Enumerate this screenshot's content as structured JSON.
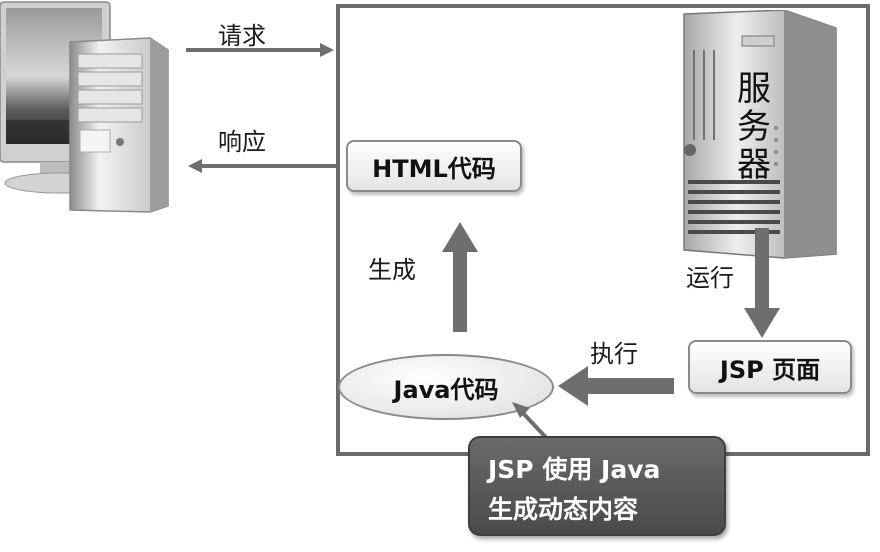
{
  "labels": {
    "request": "请求",
    "response": "响应",
    "generate": "生成",
    "run": "运行",
    "execute": "执行"
  },
  "nodes": {
    "html_code": "HTML代码",
    "java_code": "Java代码",
    "jsp_page": "JSP 页面",
    "server": "服务器"
  },
  "note": {
    "line1": "JSP 使用 Java",
    "line2": "生成动态内容"
  },
  "icons": {
    "client": "desktop-computer-icon",
    "server": "server-tower-icon"
  },
  "colors": {
    "arrow": "#6e6e6e",
    "frame": "#6b6b6b",
    "note_bg": "#555555"
  }
}
